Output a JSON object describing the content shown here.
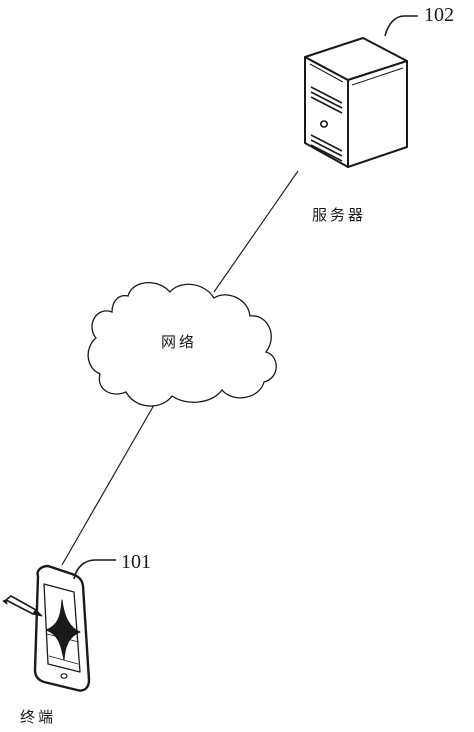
{
  "server": {
    "ref_number": "102",
    "label": "服务器"
  },
  "network": {
    "label": "网络"
  },
  "terminal": {
    "ref_number": "101",
    "label": "终端"
  }
}
